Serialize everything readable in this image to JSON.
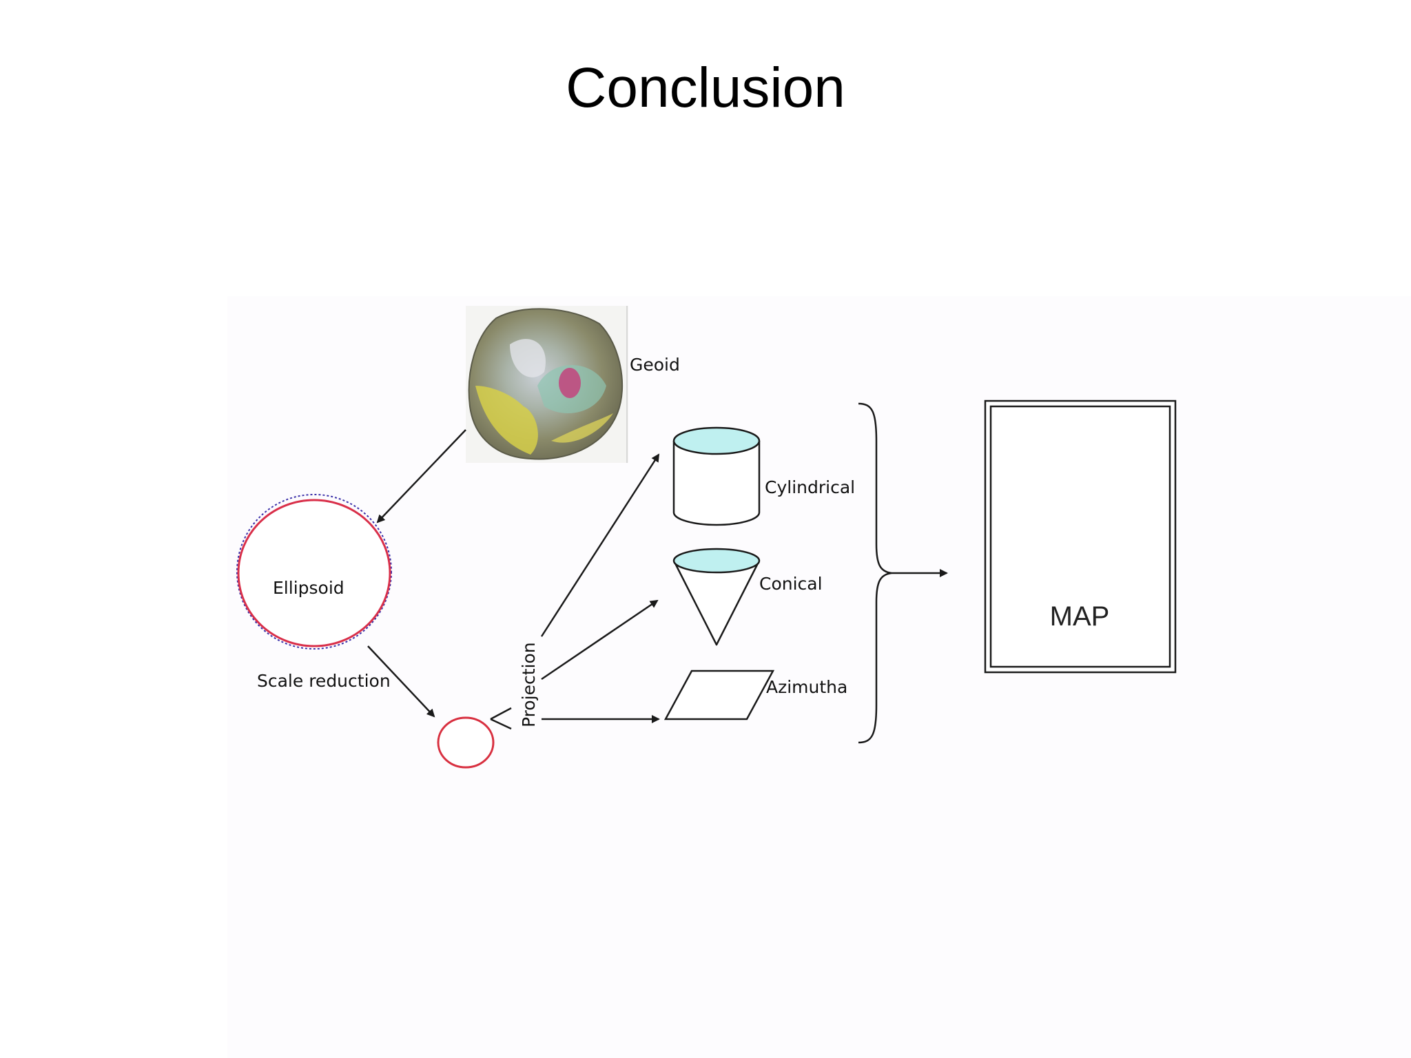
{
  "slide": {
    "title": "Conclusion"
  },
  "diagram": {
    "geoid_label": "Geoid",
    "ellipsoid_label": "Ellipsoid",
    "scale_reduction_label": "Scale reduction",
    "projection_label": "Projection",
    "cylindrical_label": "Cylindrical",
    "conical_label": "Conical",
    "azimutha_label": "Azimutha",
    "map_label": "MAP"
  },
  "colors": {
    "ellipsoid_outline": "#d9304a",
    "ellipsoid_dotted": "#3a2fa8",
    "small_circle": "#d83040",
    "shape_cap_fill": "#bff0f0",
    "stroke": "#1a1a1a"
  }
}
